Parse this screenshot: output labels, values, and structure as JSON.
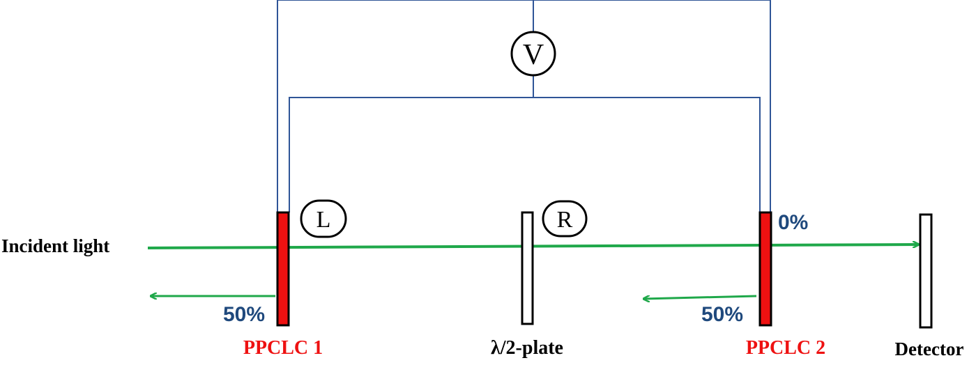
{
  "labels": {
    "incident_light": "Incident light",
    "ppclc1": "PPCLC 1",
    "half_wave_plate": "λ/2-plate",
    "ppclc2": "PPCLC 2",
    "detector": "Detector",
    "voltage_symbol": "V",
    "left_handed": "L",
    "right_handed": "R",
    "reflect1_percent": "50%",
    "reflect2_percent": "50%",
    "transmit_percent": "0%"
  },
  "colors": {
    "wire": "#2f5597",
    "beam": "#1fa84a",
    "ppclc_fill": "#ee1111",
    "ppclc_label": "#ee1111",
    "percent_text": "#1f497d",
    "black_text": "#000000"
  },
  "icons": {
    "voltage_source": "circle-v",
    "beam_arrow": "arrow-right",
    "reflected_arrow": "arrow-left"
  }
}
